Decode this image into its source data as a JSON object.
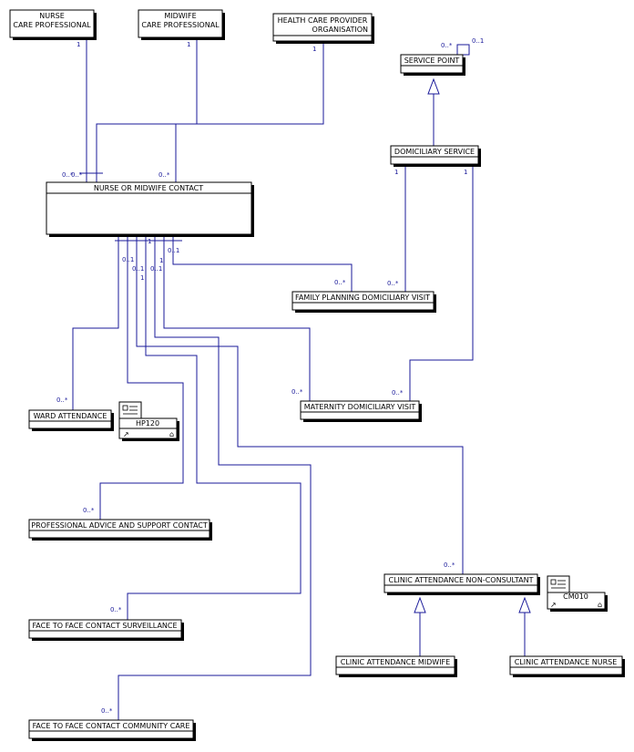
{
  "entities": {
    "nurse": {
      "line1": "NURSE",
      "line2": "CARE PROFESSIONAL"
    },
    "midwife": {
      "line1": "MIDWIFE",
      "line2": "CARE PROFESSIONAL"
    },
    "hcpo": {
      "line1": "HEALTH CARE PROVIDER",
      "line2": "ORGANISATION"
    },
    "service_point": {
      "label": "SERVICE POINT"
    },
    "domiciliary_service": {
      "label": "DOMICILIARY SERVICE"
    },
    "contact": {
      "label": "NURSE OR MIDWIFE CONTACT"
    },
    "family_planning": {
      "label": "FAMILY PLANNING DOMICILIARY VISIT"
    },
    "maternity": {
      "label": "MATERNITY DOMICILIARY VISIT"
    },
    "ward_attendance": {
      "label": "WARD ATTENDANCE"
    },
    "professional_advice": {
      "label": "PROFESSIONAL ADVICE AND SUPPORT CONTACT"
    },
    "surveillance": {
      "label": "FACE TO FACE CONTACT SURVEILLANCE"
    },
    "community_care": {
      "label": "FACE TO FACE CONTACT COMMUNITY CARE"
    },
    "clinic_nc": {
      "label": "CLINIC ATTENDANCE NON-CONSULTANT"
    },
    "clinic_midwife": {
      "label": "CLINIC ATTENDANCE MIDWIFE"
    },
    "clinic_nurse": {
      "label": "CLINIC ATTENDANCE NURSE"
    }
  },
  "packages": {
    "hp120": {
      "label": "HP120"
    },
    "cm010": {
      "label": "CM010"
    }
  },
  "multiplicities": {
    "nurse_one": "1",
    "midwife_one": "1",
    "hcpo_one": "1",
    "contact_nurse_many": "0..*",
    "contact_nurse_many_b": "0..*",
    "contact_midwife_many": "0..*",
    "sp_self_many": "0..*",
    "sp_self_one": "0..1",
    "dom_left_one": "1",
    "dom_right_one": "1",
    "fp_contact_many": "0..*",
    "fp_dom_many": "0..*",
    "mat_contact_many": "0..*",
    "mat_dom_many": "0..*",
    "c_bottom_01a": "0..1",
    "c_bottom_01b": "0..1",
    "c_bottom_01c": "0..1",
    "c_bottom_01d": "0..1",
    "c_bottom_1a": "1",
    "c_bottom_1b": "1",
    "c_bottom_1c": "1",
    "ward_many": "0..*",
    "advice_many": "0..*",
    "surv_many": "0..*",
    "comm_many": "0..*",
    "clinic_many": "0..*"
  }
}
